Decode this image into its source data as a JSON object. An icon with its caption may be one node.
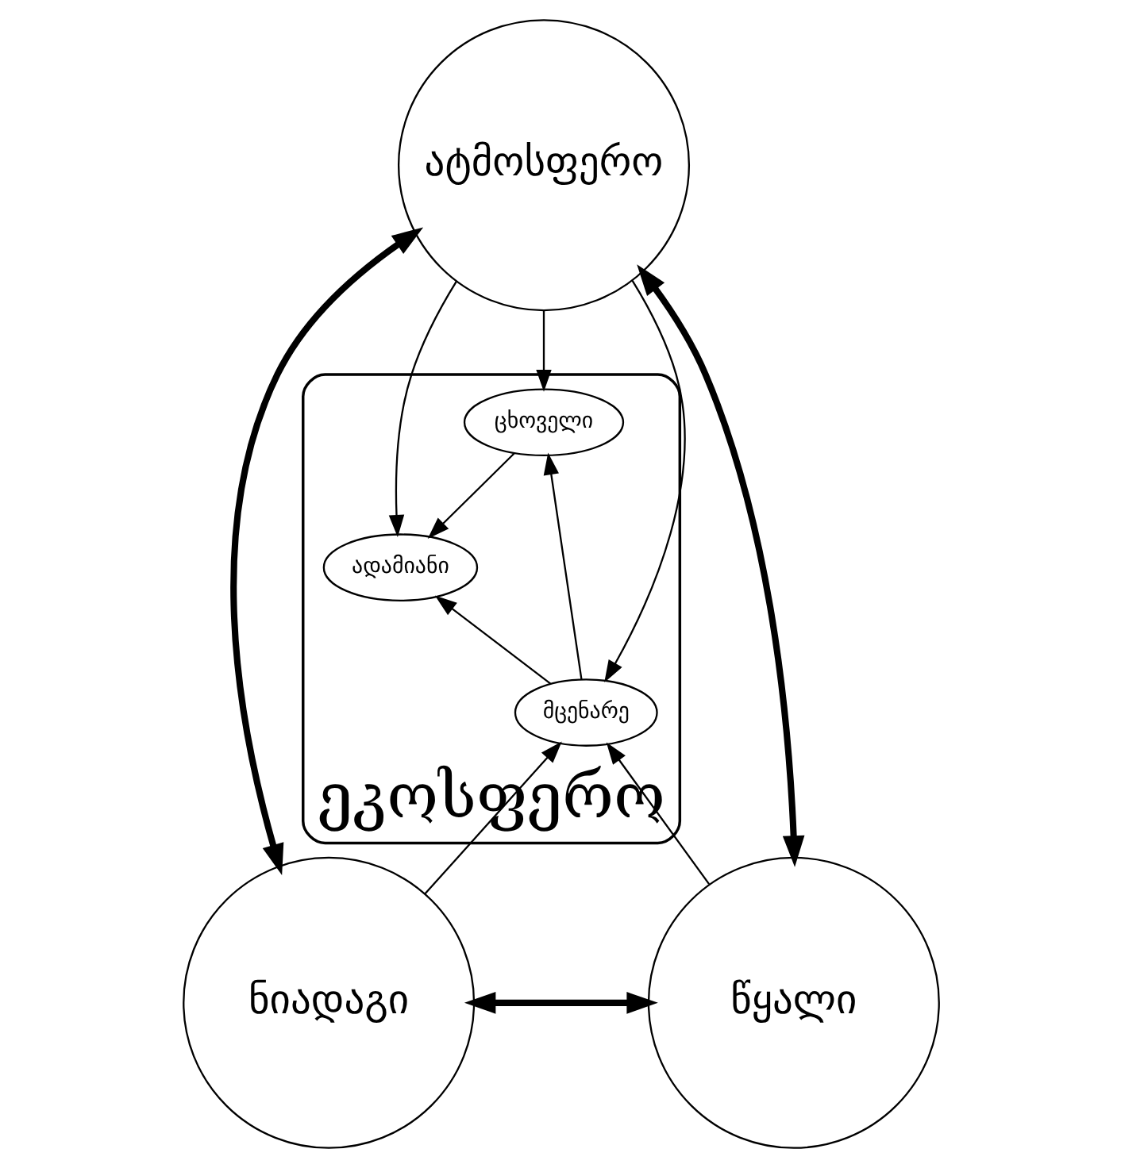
{
  "diagram": {
    "nodes": [
      {
        "text": [
          "ატმოსფერო"
        ]
      },
      {
        "text": [
          "ეკოსფერო"
        ]
      },
      {
        "text": [
          "ცხოველი"
        ],
        "in": 1
      },
      {
        "text": [
          "ადამიანი"
        ],
        "in": 1
      },
      {
        "text": [
          "მცენარე"
        ],
        "in": 1
      },
      {
        "text": [
          "ნიადაგი"
        ]
      },
      {
        "text": [
          "წყალი"
        ]
      }
    ],
    "edges": [
      {
        "from": 0,
        "to": 5,
        "arrow": "both",
        "style": "thick"
      },
      {
        "from": 0,
        "to": 6,
        "arrow": "both",
        "style": "thick"
      },
      {
        "from": 5,
        "to": 6,
        "arrow": "both",
        "style": "thick"
      },
      {
        "from": 0,
        "to": 2,
        "arrow": "to"
      },
      {
        "from": 0,
        "to": 4,
        "arrow": "to"
      },
      {
        "from": 0,
        "to": 3,
        "arrow": "to"
      },
      {
        "from": 2,
        "to": 3,
        "arrow": "to"
      },
      {
        "from": 4,
        "to": 2,
        "arrow": "to"
      },
      {
        "from": 4,
        "to": 3,
        "arrow": "to"
      },
      {
        "from": 5,
        "to": 4,
        "arrow": "to"
      },
      {
        "from": 6,
        "to": 4,
        "arrow": "to"
      }
    ]
  }
}
